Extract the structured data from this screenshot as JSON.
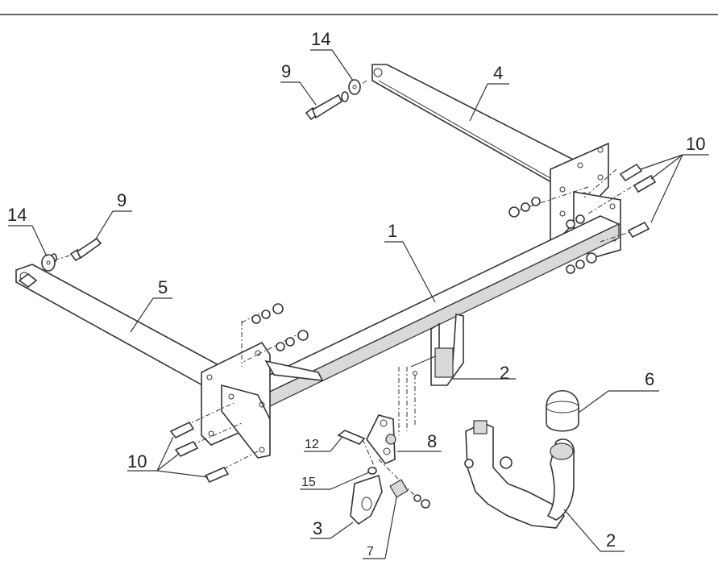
{
  "labels": {
    "p1": "1",
    "p2a": "2",
    "p2b": "2",
    "p3": "3",
    "p4": "4",
    "p5": "5",
    "p6": "6",
    "p7": "7",
    "p8": "8",
    "p9a": "9",
    "p9b": "9",
    "p10a": "10",
    "p10b": "10",
    "p12": "12",
    "p14a": "14",
    "p14b": "14",
    "p15": "15"
  }
}
